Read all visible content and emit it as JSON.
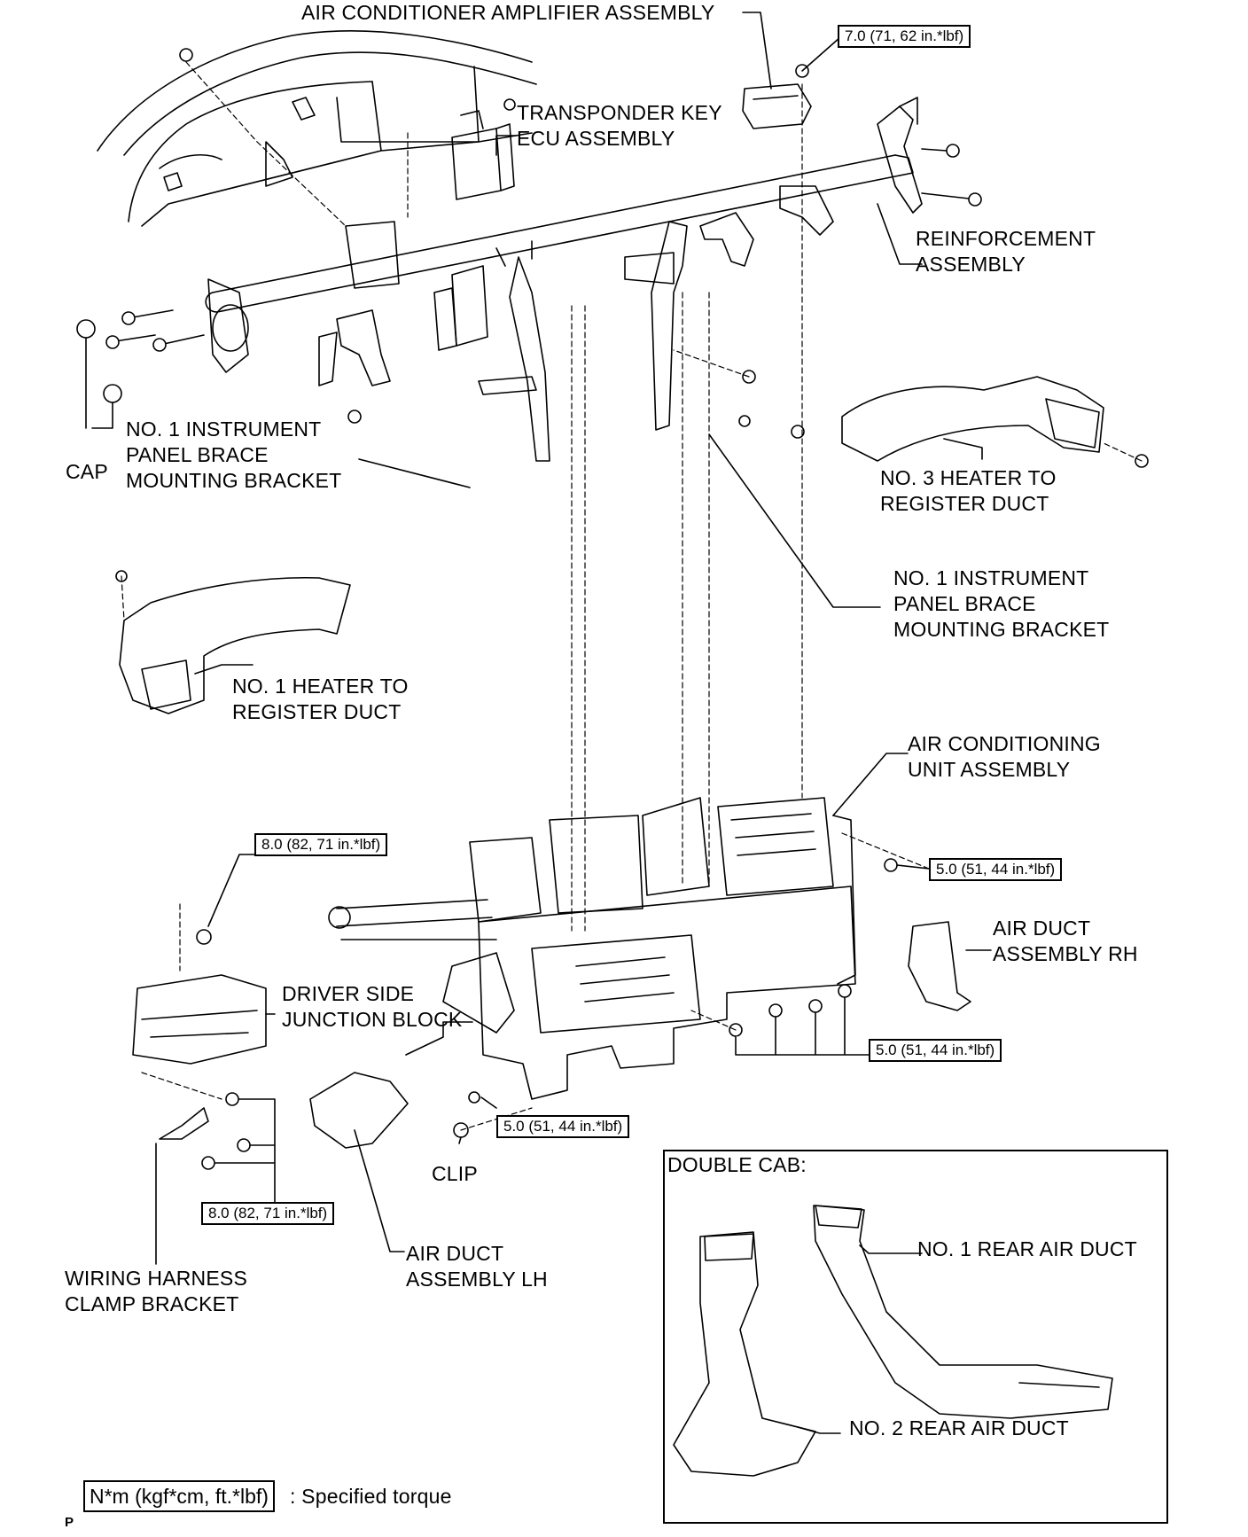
{
  "labels": {
    "air_conditioner_amplifier": "AIR CONDITIONER AMPLIFIER ASSEMBLY",
    "transponder_key_ecu": "TRANSPONDER KEY\nECU ASSEMBLY",
    "reinforcement_assembly": "REINFORCEMENT\nASSEMBLY",
    "cap": "CAP",
    "bracket_left": "NO. 1 INSTRUMENT\nPANEL BRACE\nMOUNTING BRACKET",
    "heater_duct_3": "NO. 3 HEATER TO\nREGISTER DUCT",
    "bracket_right": "NO. 1 INSTRUMENT\nPANEL BRACE\nMOUNTING BRACKET",
    "heater_duct_1": "NO. 1 HEATER TO\nREGISTER DUCT",
    "ac_unit": "AIR CONDITIONING\nUNIT ASSEMBLY",
    "junction_block": "DRIVER SIDE\nJUNCTION BLOCK",
    "air_duct_rh": "AIR DUCT\nASSEMBLY RH",
    "clip": "CLIP",
    "air_duct_lh": "AIR DUCT\nASSEMBLY LH",
    "wiring_bracket": "WIRING HARNESS\nCLAMP BRACKET",
    "double_cab": "DOUBLE CAB:",
    "rear_duct_1": "NO. 1 REAR AIR DUCT",
    "rear_duct_2": "NO. 2 REAR AIR DUCT",
    "legend_text": ": Specified torque",
    "footer_mark": "P"
  },
  "torques": {
    "amplifier": "7.0 (71, 62 in.*lbf)",
    "junction_top": "8.0 (82, 71 in.*lbf)",
    "ac_unit_right": "5.0 (51, 44 in.*lbf)",
    "ac_unit_bottom": "5.0 (51, 44 in.*lbf)",
    "ac_unit_left": "5.0 (51, 44 in.*lbf)",
    "junction_bottom": "8.0 (82, 71 in.*lbf)",
    "legend_box": "N*m (kgf*cm, ft.*lbf)"
  }
}
